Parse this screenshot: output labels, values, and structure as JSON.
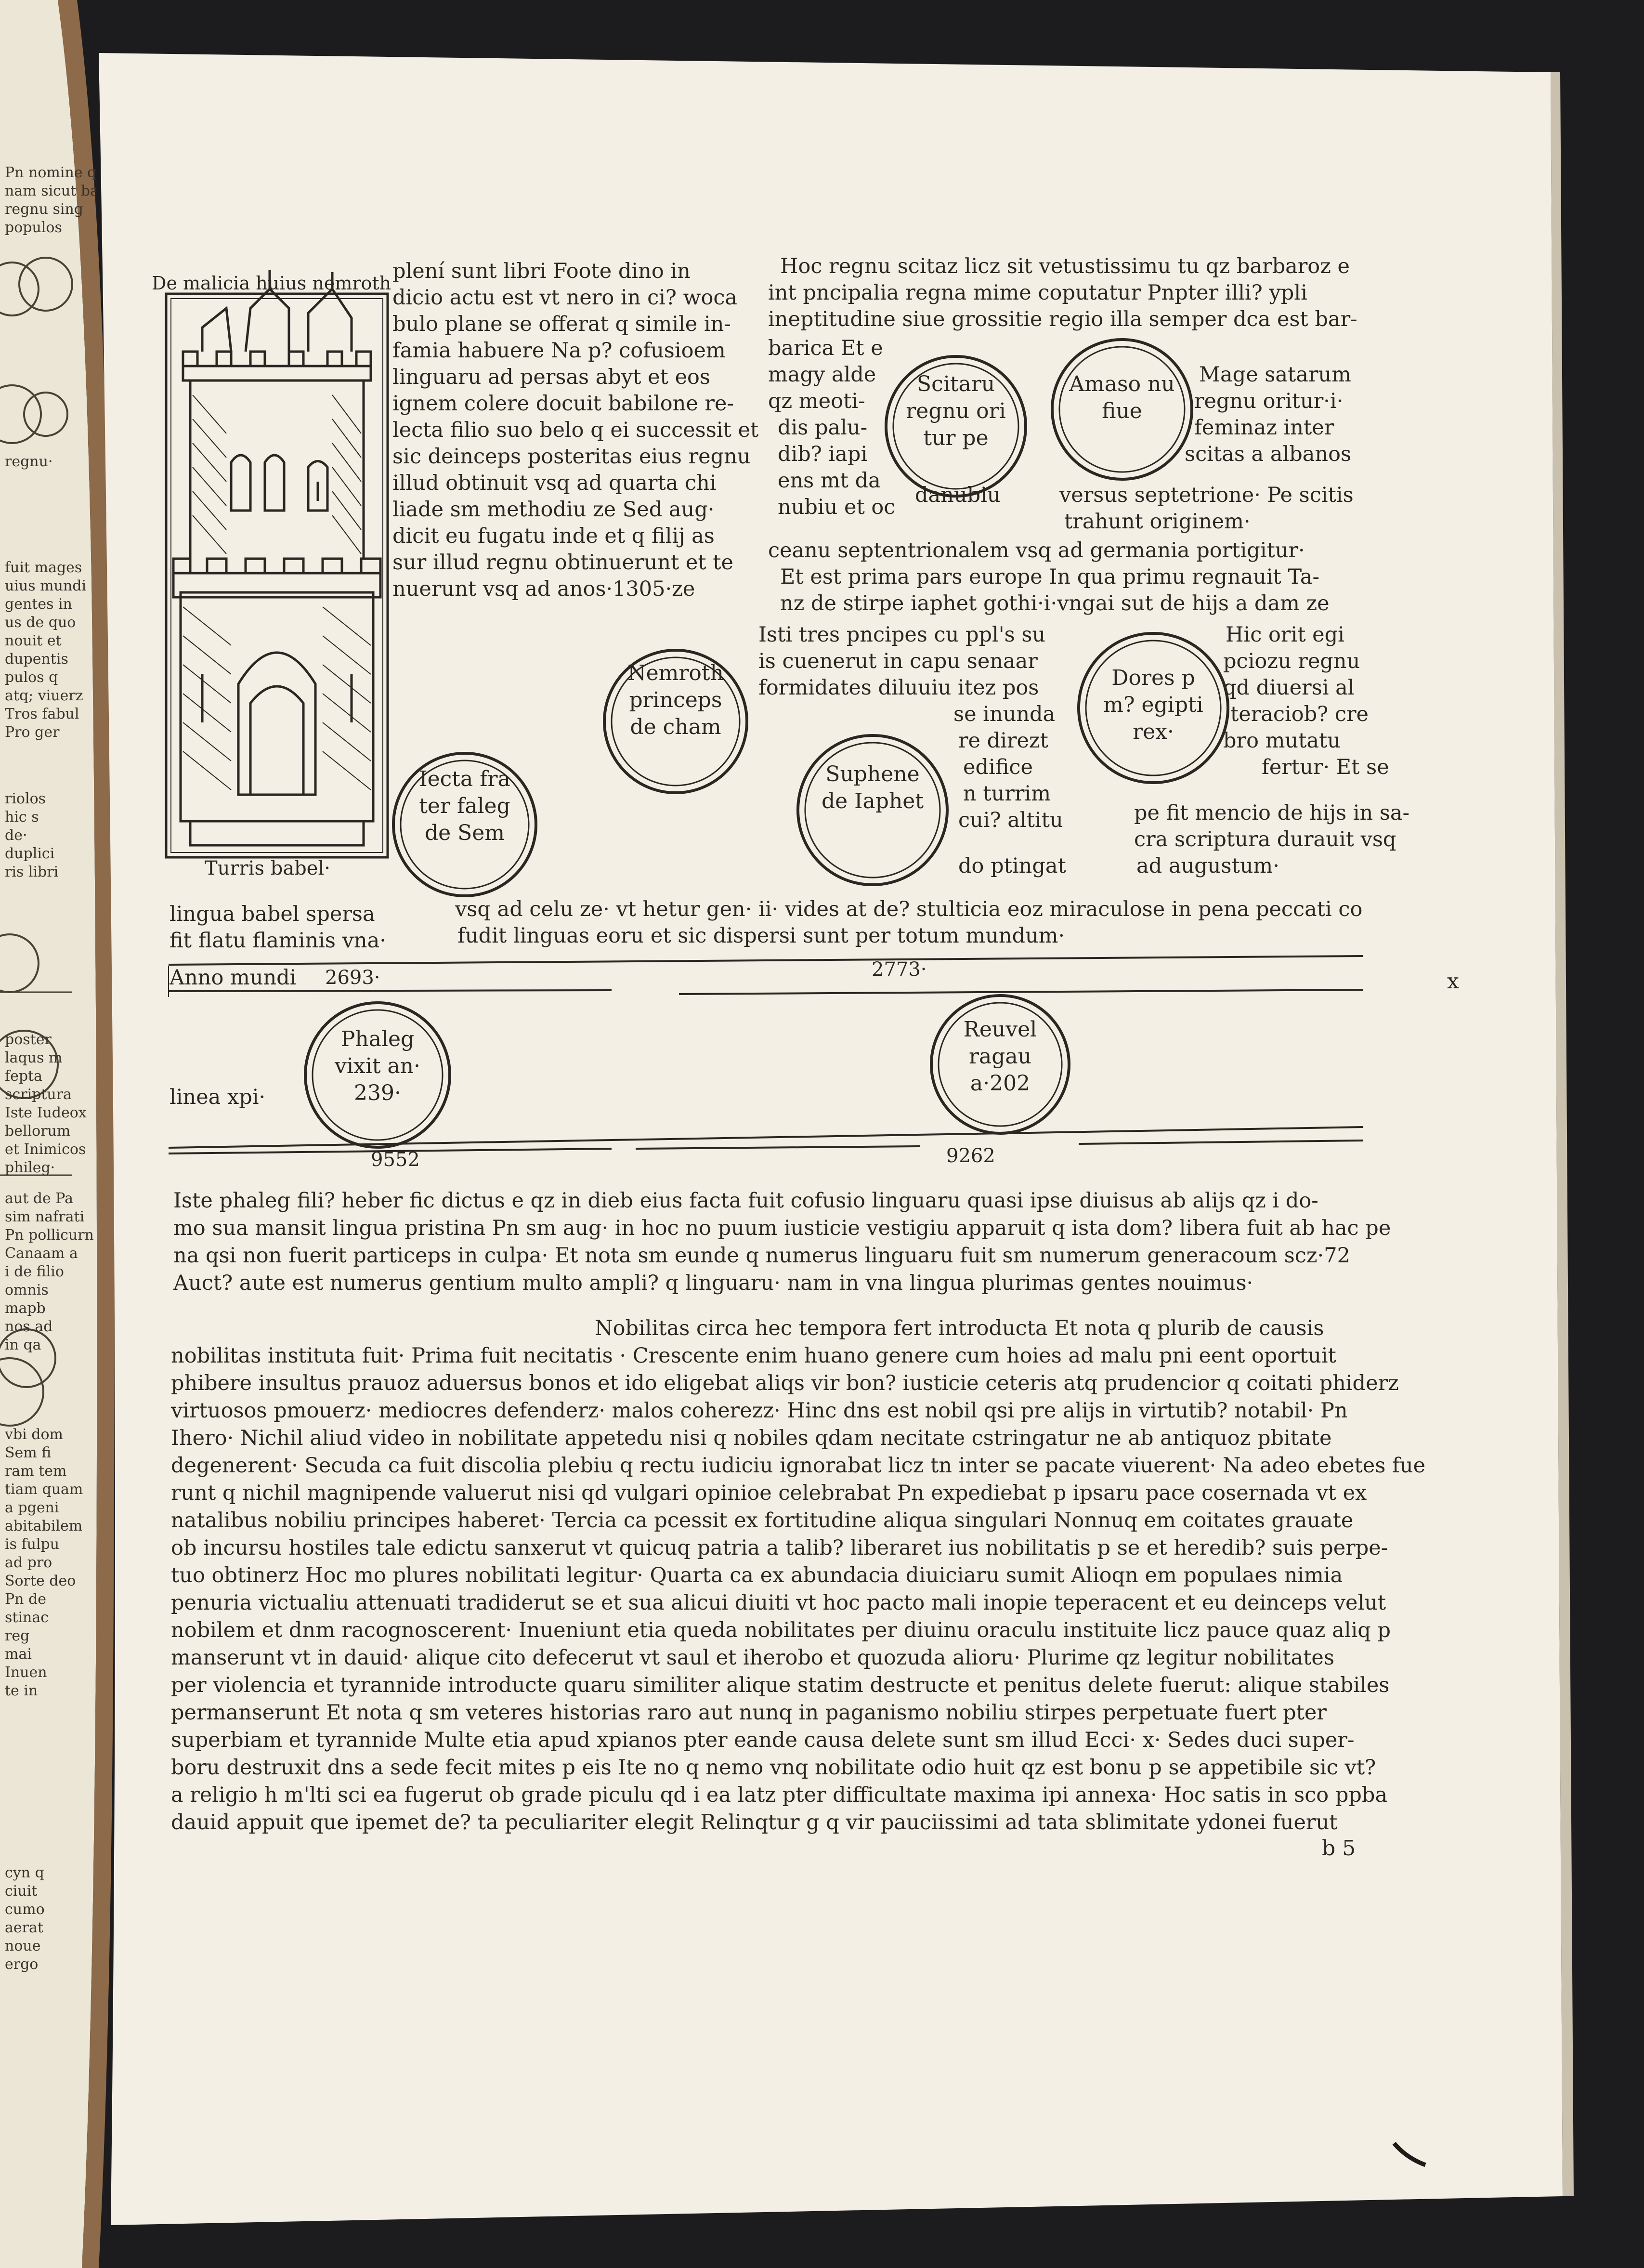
{
  "page": {
    "folio": "b 5",
    "margin_mark": "x"
  },
  "tower": {
    "heading": "De malicia huius nemroth",
    "caption": "Turris babel·"
  },
  "text_left": [
    "plení sunt libri Foote dino in",
    "dicio actu est vt nero in ci? woca",
    "bulo plane se offerat q simile in-",
    "famia habuere Na p? cofusioem",
    "linguaru ad persas abyt et eos",
    "ignem colere docuit babilone re-",
    "lecta filio suo belo q ei successit et",
    "sic deinceps posteritas eius regnu",
    "illud obtinuit vsq ad quarta chi",
    "liade sm methodiu ze Sed aug·",
    "dicit eu fugatu inde et q filij as",
    "sur illud regnu obtinuerunt et te",
    "nuerunt vsq ad anos·1305·ze"
  ],
  "text_right_top": [
    "Hoc regnu scitaz licz sit vetustissimu tu qz barbaroz e",
    "int pncipalia regna mime coputatur Pnpter illi? ypli",
    "ineptitudine siue grossitie regio illa semper dca est bar-",
    "barica Et e",
    "magy alde",
    "qz meoti-",
    "dis palu-",
    "dib? iapi",
    "ens mt da",
    "nubiu et oc",
    "Mage satarum",
    "regnu oritur·i·",
    "feminaz inter",
    "scitas a albanos",
    "danubiu",
    "versus septetrione· Pe scitis",
    "trahunt originem·",
    "ceanu septentrionalem vsq ad germania portigitur·",
    "Et est prima pars europe In qua primu regnauit Ta-",
    "nz de stirpe iaphet gothi·i·vngai sut de hijs a dam ze"
  ],
  "text_middle": [
    "Isti tres pncipes cu ppl's su",
    "is cuenerut in capu senaar",
    "formidates diluuiu itez pos",
    "se inunda",
    "re direzt",
    "edifice",
    "n turrim",
    "cui? altitu",
    "do ptingat",
    "Hic orit egi",
    "pciozu regnu",
    "qd diuersi al",
    "teraciob? cre",
    "bro mutatu",
    "fertur· Et se",
    "pe fit mencio de hijs in sa-",
    "cra scriptura durauit vsq",
    "ad augustum·"
  ],
  "circles": [
    {
      "text": "Nemroth princeps de cham"
    },
    {
      "text": "Iecta fra ter faleg de Sem"
    },
    {
      "text": "Scitaru regnu ori tur pe"
    },
    {
      "text": "Amaso nu fiue"
    },
    {
      "text": "Suphene de Iaphet"
    },
    {
      "text": "Dores p m? egipti rex·"
    },
    {
      "text": "Phaleg vixit an· 239·"
    },
    {
      "text": "Reuvel ragau a·202"
    }
  ],
  "lingua": {
    "line1": "lingua babel spersa",
    "line2": "fit flatu flaminis vna·",
    "cont1": "vsq ad celu ze· vt hetur gen· ii· vides at de? stulticia eoz miraculose in pena peccati co",
    "cont2": "fudit linguas eoru et sic dispersi sunt per totum mundum·"
  },
  "timeline": {
    "anno_label": "Anno mundi",
    "anno_value": "2693·",
    "anno_value2": "2773·",
    "linea_label": "linea xpi·",
    "bottom1": "9552",
    "bottom2": "9262"
  },
  "paragraph1": [
    "Iste phaleg fili? heber fic dictus e qz in dieb eius facta fuit cofusio linguaru quasi ipse diuisus ab alijs qz i do-",
    "mo sua mansit lingua pristina Pn sm aug· in hoc no puum iusticie vestigiu apparuit q ista dom? libera fuit ab hac pe",
    "na qsi non fuerit particeps in culpa· Et nota sm eunde q numerus linguaru fuit sm numerum generacoum scz·72",
    "Auct? aute est numerus gentium multo ampli? q linguaru· nam in vna lingua plurimas gentes nouimus·"
  ],
  "paragraph2": [
    "Nobilitas circa hec tempora fert introducta Et nota q plurib de causis",
    "nobilitas instituta fuit· Prima fuit necitatis · Crescente enim huano genere cum hoies ad malu pni eent oportuit",
    "phibere insultus prauoz aduersus bonos et ido eligebat aliqs vir bon? iusticie ceteris atq prudencior q coitati phiderz",
    "virtuosos pmouerz· mediocres defenderz· malos coherezz· Hinc dns est nobil qsi pre alijs in virtutib? notabil· Pn",
    "Ihero· Nichil aliud video in nobilitate appetedu nisi q nobiles qdam necitate cstringatur ne ab antiquoz pbitate",
    "degenerent· Secuda ca fuit discolia plebiu q rectu iudiciu ignorabat licz tn inter se pacate viuerent· Na adeo ebetes fue",
    "runt q nichil magnipende valuerut nisi qd vulgari opinioe celebrabat Pn expediebat p ipsaru pace cosernada vt ex",
    "natalibus nobiliu principes haberet· Tercia ca pcessit ex fortitudine aliqua singulari Nonnuq em coitates grauate",
    "ob incursu hostiles tale edictu sanxerut vt quicuq patria a talib? liberaret ius nobilitatis p se et heredib? suis perpe-",
    "tuo obtinerz Hoc mo plures nobilitati legitur· Quarta ca ex abundacia diuiciaru sumit Alioqn em populaes nimia",
    "penuria victualiu attenuati tradiderut se et sua alicui diuiti vt hoc pacto mali inopie teperacent et eu deinceps velut",
    "nobilem et dnm racognoscerent· Inueniunt etia queda nobilitates per diuinu oraculu instituite licz pauce quaz aliq p",
    "manserunt vt in dauid· alique cito defecerut vt saul et iherobo et quozuda alioru· Plurime qz legitur nobilitates",
    "per violencia et tyrannide introducte quaru similiter alique statim destructe et penitus delete fuerut: alique stabiles",
    "permanserunt Et nota q sm veteres historias raro aut nunq in paganismo nobiliu stirpes perpetuate fuert pter",
    "superbiam et tyrannide Multe etia apud xpianos pter eande causa delete sunt sm illud Ecci· x· Sedes duci super-",
    "boru destruxit dns a sede fecit mites p eis Ite no q nemo vnq nobilitate odio huit qz est bonu p se appetibile sic vt?",
    "a religio h m'lti sci ea fugerut ob grade piculu qd i ea latz pter difficultate maxima ipi annexa· Hoc satis in sco ppba",
    "dauid appuit que ipemet de? ta peculiariter elegit Relinqtur g q vir pauciissimi ad tata sblimitate ydonei fuerut"
  ],
  "left_page_fragments": [
    "Pn nomine quo",
    "nam sicut babili",
    "regnu sing",
    "populos",
    "regnu·",
    "fuit mages",
    "uius mundi",
    "gentes in",
    "us de quo",
    "nouit et",
    "dupentis",
    "pulos q",
    "atq; viuerz",
    "Tros fabul",
    "Pro ger",
    "riolos",
    "hic s",
    "de·",
    "duplici",
    "ris libri",
    "poster",
    "laqus m",
    "fepta",
    "scriptura",
    "Iste Iudeox",
    "bellorum",
    "et Inimicos",
    "phileg·",
    "aut de Pa",
    "sim nafrati",
    "Pn pollicurn",
    "Canaam a",
    "i de filio",
    "omnis",
    "mapb",
    "nos ad",
    "in qa",
    "vbi dom",
    "Sem fi",
    "ram tem",
    "tiam quam",
    "a pgeni",
    "abitabilem",
    "is fulpu",
    "ad pro",
    "Sorte deo",
    "Pn de",
    "stinac",
    "reg",
    "mai",
    "Inuen",
    "te in",
    "cyn q",
    "ciuit",
    "cumo",
    "aerat",
    "noue",
    "ergo"
  ]
}
